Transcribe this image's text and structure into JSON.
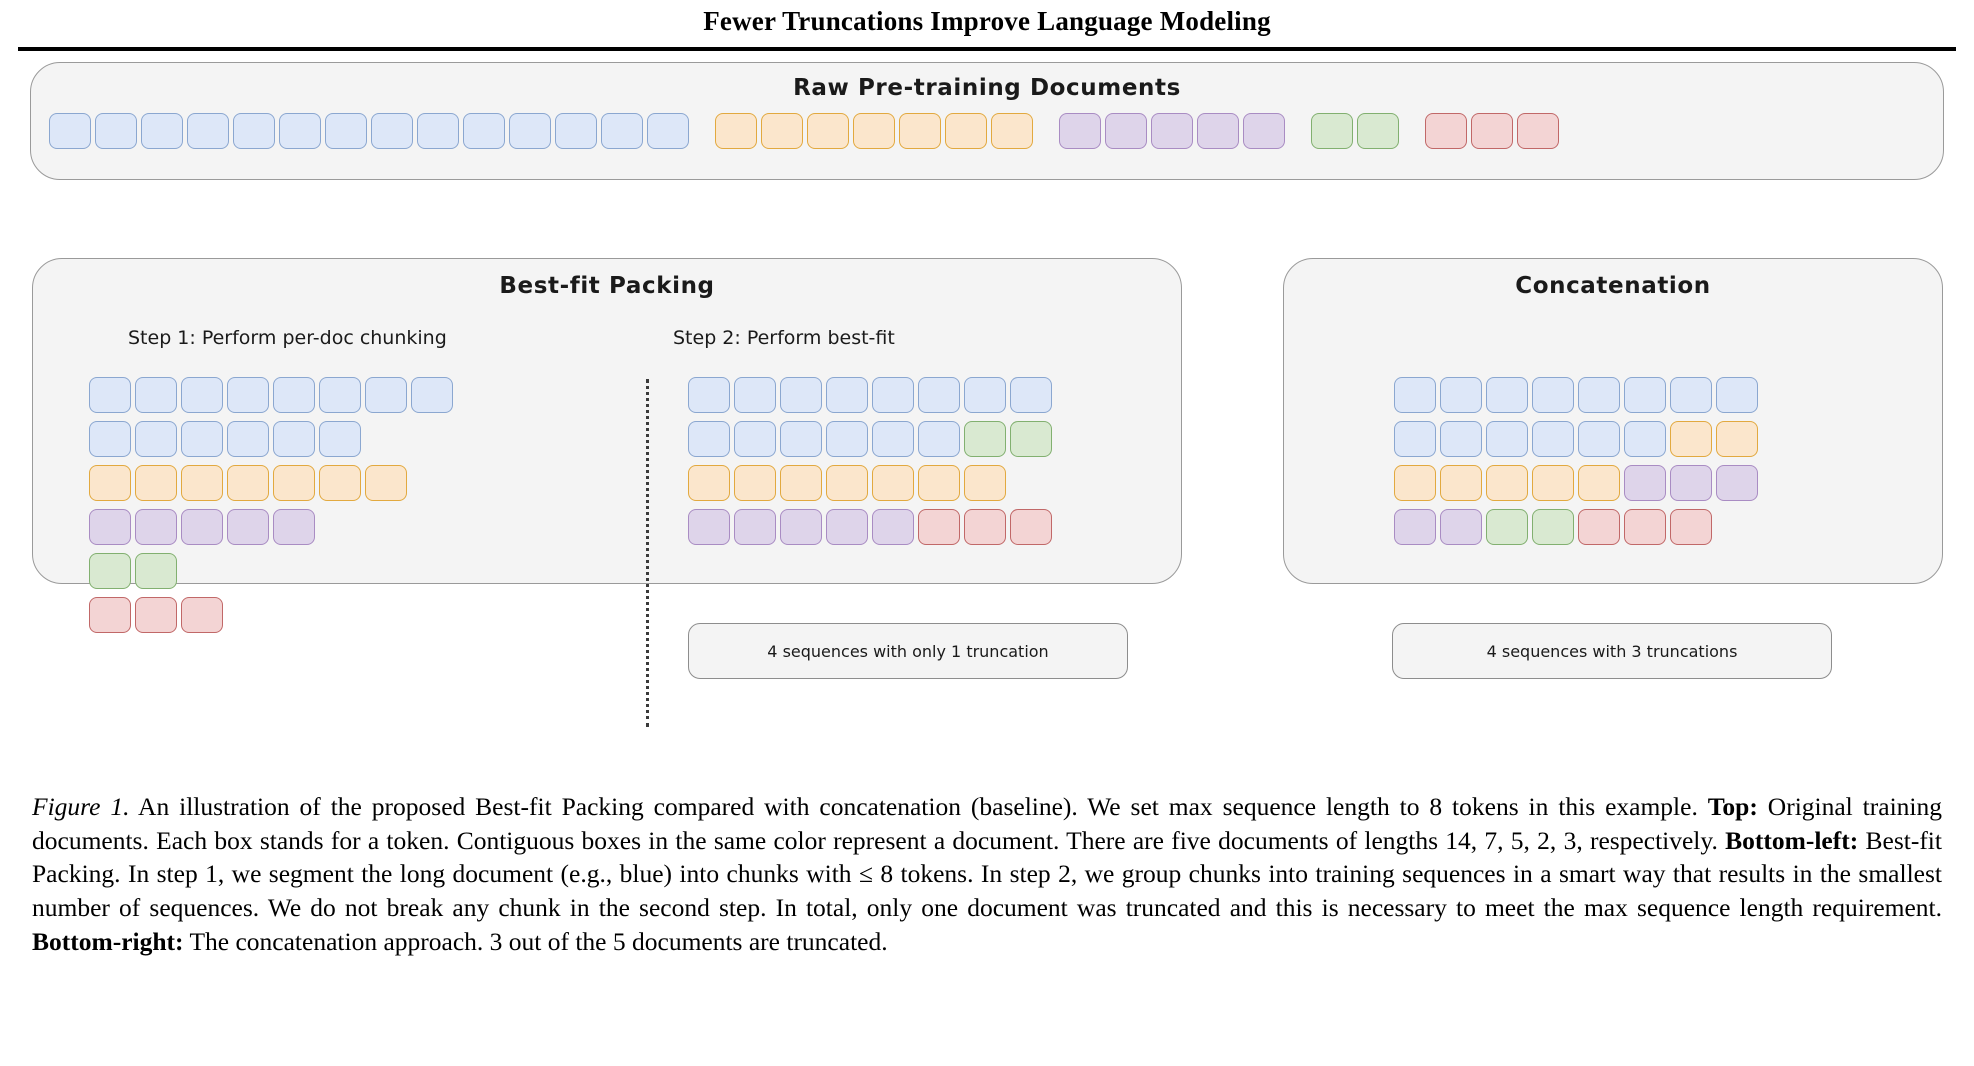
{
  "page": {
    "title": "Fewer Truncations Improve Language Modeling"
  },
  "top_panel": {
    "title": "Raw Pre-training Documents",
    "documents": [
      {
        "color": "blue",
        "length": 14
      },
      {
        "color": "orange",
        "length": 7
      },
      {
        "color": "purple",
        "length": 5
      },
      {
        "color": "green",
        "length": 2
      },
      {
        "color": "red",
        "length": 3
      }
    ]
  },
  "bestfit_panel": {
    "title": "Best-fit Packing",
    "step1_label": "Step 1: Perform per-doc chunking",
    "step2_label": "Step 2: Perform best-fit",
    "step1_rows": [
      [
        {
          "color": "blue",
          "count": 8
        }
      ],
      [
        {
          "color": "blue",
          "count": 6
        }
      ],
      [
        {
          "color": "orange",
          "count": 7
        }
      ],
      [
        {
          "color": "purple",
          "count": 5
        }
      ],
      [
        {
          "color": "green",
          "count": 2
        }
      ],
      [
        {
          "color": "red",
          "count": 3
        }
      ]
    ],
    "step2_rows": [
      [
        {
          "color": "blue",
          "count": 8
        }
      ],
      [
        {
          "color": "blue",
          "count": 6
        },
        {
          "color": "green",
          "count": 2
        }
      ],
      [
        {
          "color": "orange",
          "count": 7
        }
      ],
      [
        {
          "color": "purple",
          "count": 5
        },
        {
          "color": "red",
          "count": 3
        }
      ]
    ],
    "result": "4 sequences with only 1 truncation"
  },
  "concat_panel": {
    "title": "Concatenation",
    "rows": [
      [
        {
          "color": "blue",
          "count": 8
        }
      ],
      [
        {
          "color": "blue",
          "count": 6
        },
        {
          "color": "orange",
          "count": 2
        }
      ],
      [
        {
          "color": "orange",
          "count": 5
        },
        {
          "color": "purple",
          "count": 3
        }
      ],
      [
        {
          "color": "purple",
          "count": 2
        },
        {
          "color": "green",
          "count": 2
        },
        {
          "color": "red",
          "count": 3
        }
      ]
    ],
    "result": "4 sequences with 3 truncations"
  },
  "caption": {
    "figure_label": "Figure 1.",
    "segments": [
      {
        "bold": false,
        "text": " An illustration of the proposed Best-fit Packing compared with concatenation (baseline). We set max sequence length to 8 tokens in this example. "
      },
      {
        "bold": true,
        "text": "Top:"
      },
      {
        "bold": false,
        "text": " Original training documents. Each box stands for a token. Contiguous boxes in the same color represent a document. There are five documents of lengths 14, 7, 5, 2, 3, respectively. "
      },
      {
        "bold": true,
        "text": "Bottom-left:"
      },
      {
        "bold": false,
        "text": " Best-fit Packing. In step 1, we segment the long document (e.g., blue) into chunks with ≤ 8 tokens. In step 2, we group chunks into training sequences in a smart way that results in the smallest number of sequences. We do not break any chunk in the second step. In total, only one document was truncated and this is necessary to meet the max sequence length requirement. "
      },
      {
        "bold": true,
        "text": "Bottom-right:"
      },
      {
        "bold": false,
        "text": " The concatenation approach. 3 out of the 5 documents are truncated."
      }
    ]
  },
  "colors": {
    "blue_fill": "#dde7f8",
    "blue_border": "#8ba7d0",
    "orange_fill": "#fbe6cc",
    "orange_border": "#e2a93f",
    "purple_fill": "#ded4ea",
    "purple_border": "#a98cc3",
    "green_fill": "#d9e9d1",
    "green_border": "#82b070",
    "red_fill": "#f3d4d4",
    "red_border": "#c16868",
    "panel_bg": "#f4f4f4",
    "panel_border": "#9a9a9a"
  }
}
